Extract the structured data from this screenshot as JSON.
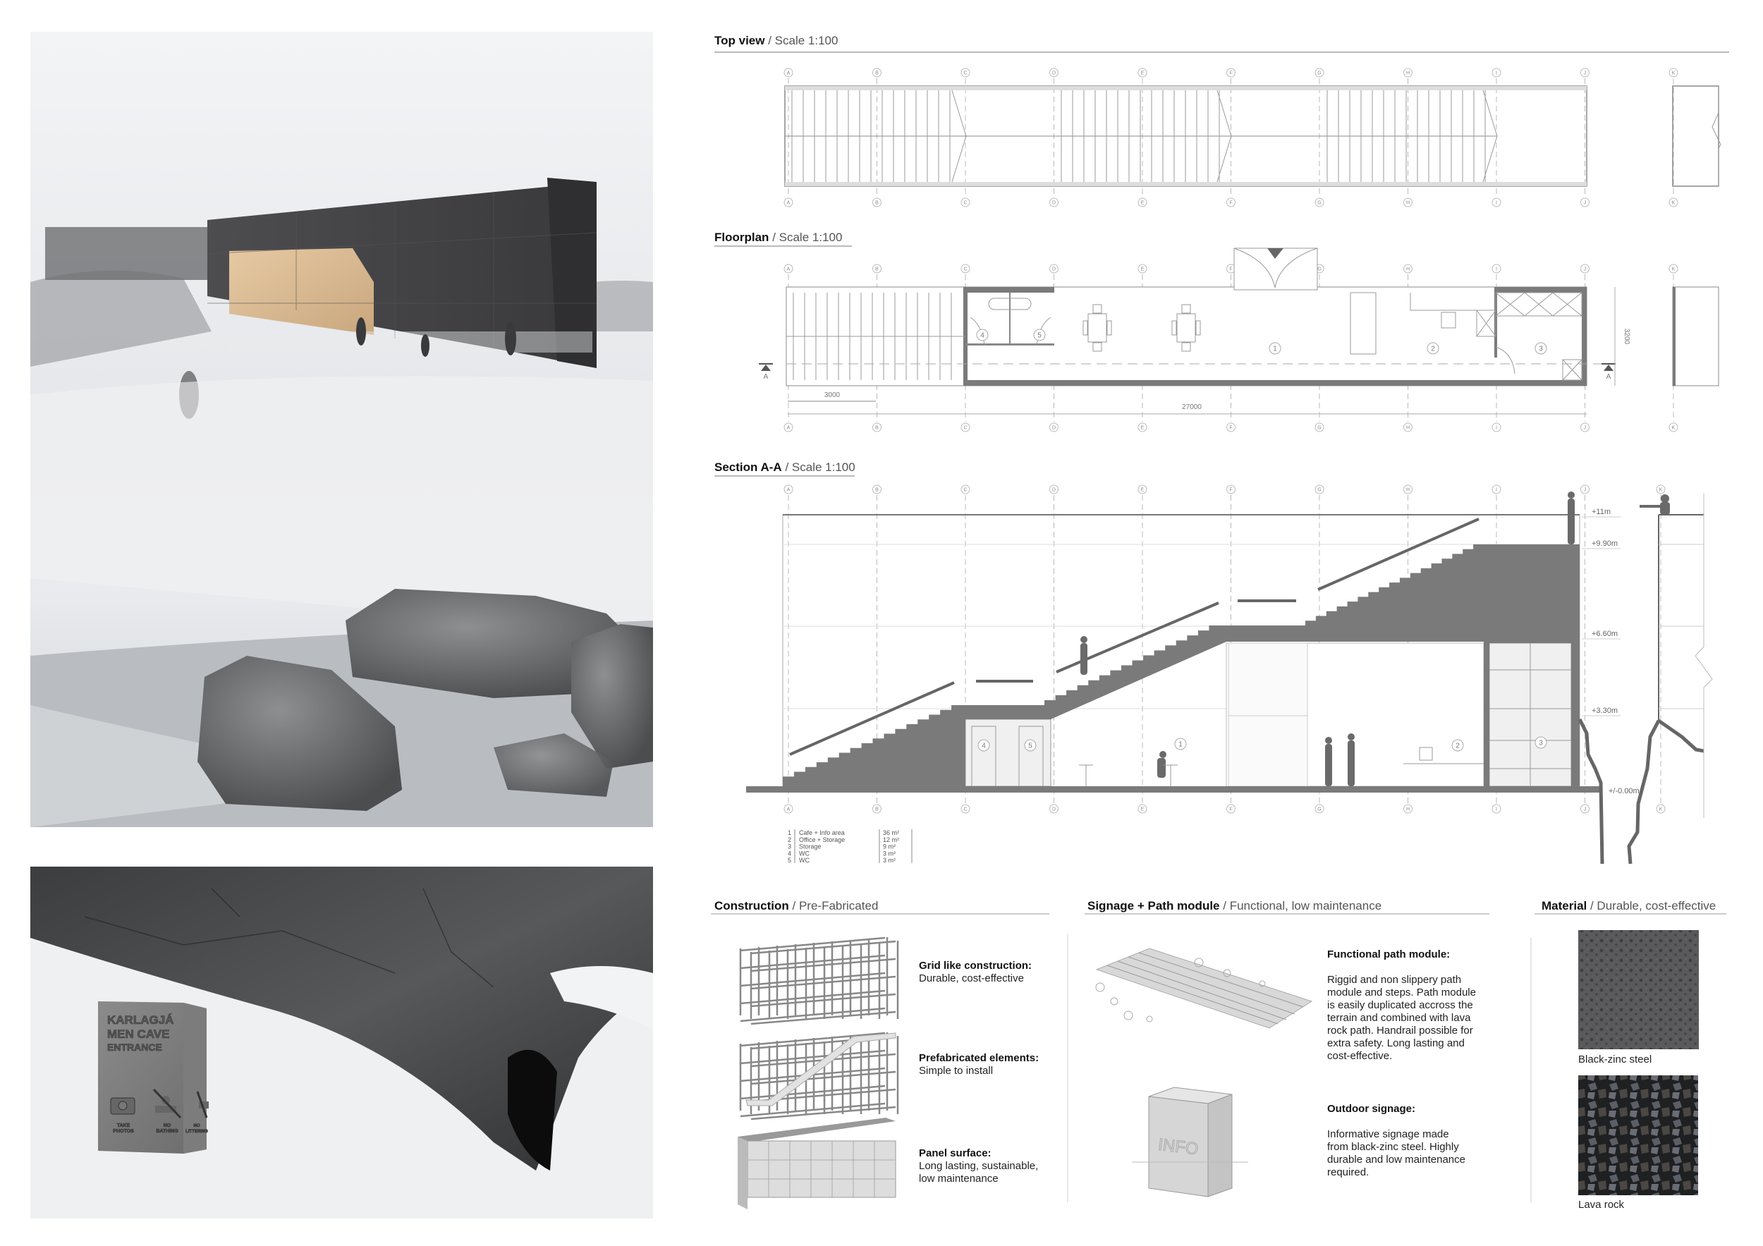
{
  "grid_labels": [
    "A",
    "B",
    "C",
    "D",
    "E",
    "F",
    "G",
    "H",
    "I",
    "J",
    "K"
  ],
  "top_view": {
    "title": "Top view",
    "subtitle": "/ Scale 1:100"
  },
  "floorplan": {
    "title": "Floorplan",
    "subtitle": "/ Scale 1:100",
    "dim_bay": "3000",
    "dim_length": "27000",
    "dim_width": "3200",
    "section_marker": "A",
    "rooms": [
      "1",
      "2",
      "3",
      "4",
      "5"
    ]
  },
  "section": {
    "title": "Section A-A",
    "subtitle": "/ Scale 1:100",
    "levels": [
      "+11m",
      "+9.90m",
      "+6.60m",
      "+3.30m",
      "+/-0.00m"
    ],
    "rooms": [
      "1",
      "2",
      "3",
      "4",
      "5"
    ]
  },
  "legend": [
    {
      "num": "1",
      "name": "Cafe + Info area",
      "area": "36 m²"
    },
    {
      "num": "2",
      "name": "Office + Storage",
      "area": "12 m²"
    },
    {
      "num": "3",
      "name": "Storage",
      "area": "9 m²"
    },
    {
      "num": "4",
      "name": "WC",
      "area": "3 m²"
    },
    {
      "num": "5",
      "name": "WC",
      "area": "3 m²"
    }
  ],
  "construction": {
    "title": "Construction",
    "subtitle": "/ Pre-Fabricated",
    "items": [
      {
        "heading": "Grid like construction:",
        "lines": [
          "Durable, cost-effective"
        ]
      },
      {
        "heading": "Prefabricated elements:",
        "lines": [
          "Simple to install"
        ]
      },
      {
        "heading": "Panel surface:",
        "lines": [
          "Long lasting, sustainable,",
          "low maintenance"
        ]
      }
    ]
  },
  "signage": {
    "title": "Signage + Path module",
    "subtitle": "/ Functional, low maintenance",
    "info_label": "INFO",
    "items": [
      {
        "heading": "Functional path module:",
        "lines": [
          "Riggid and non slippery path",
          "module and steps. Path module",
          "is easily duplicated accross the",
          "terrain and combined with lava",
          "rock path. Handrail possible for",
          "extra safety. Long lasting and",
          "cost-effective."
        ]
      },
      {
        "heading": "Outdoor signage:",
        "lines": [
          "Informative signage made",
          "from black-zinc steel. Highly",
          "durable and low maintenance",
          "required."
        ]
      }
    ]
  },
  "material": {
    "title": "Material",
    "subtitle": "/ Durable, cost-effective",
    "items": [
      {
        "label": "Black-zinc steel"
      },
      {
        "label": "Lava rock"
      }
    ]
  },
  "entrance_sign": {
    "lines": [
      "KARLAGJÁ",
      "MEN CAVE",
      "ENTRANCE"
    ],
    "icons": [
      {
        "label1": "TAKE",
        "label2": "PHOTOS"
      },
      {
        "label1": "NO",
        "label2": "BATHING"
      },
      {
        "label1": "NO",
        "label2": "LITTERING"
      }
    ]
  },
  "colors": {
    "wall": "#7a7a7a",
    "steel": "#4a4a4c",
    "snow": "#eef0f2"
  }
}
